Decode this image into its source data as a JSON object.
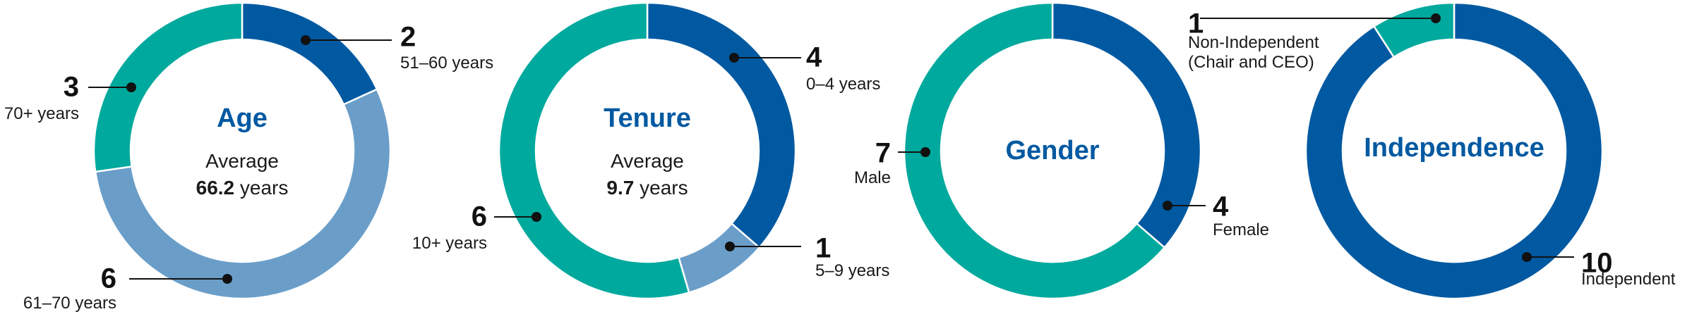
{
  "chart_data": [
    {
      "type": "pie",
      "title": "Age",
      "average_label": "Average",
      "average_value": "66.2",
      "average_unit": "years",
      "slices": [
        {
          "label": "51–60 years",
          "value": 2,
          "color": "#0059a1"
        },
        {
          "label": "61–70 years",
          "value": 6,
          "color": "#6a9ec9"
        },
        {
          "label": "70+ years",
          "value": 3,
          "color": "#00a99d"
        }
      ]
    },
    {
      "type": "pie",
      "title": "Tenure",
      "average_label": "Average",
      "average_value": "9.7",
      "average_unit": "years",
      "slices": [
        {
          "label": "0–4 years",
          "value": 4,
          "color": "#0059a1"
        },
        {
          "label": "5–9 years",
          "value": 1,
          "color": "#6a9ec9"
        },
        {
          "label": "10+ years",
          "value": 6,
          "color": "#00a99d"
        }
      ]
    },
    {
      "type": "pie",
      "title": "Gender",
      "slices": [
        {
          "label": "Female",
          "value": 4,
          "color": "#0059a1"
        },
        {
          "label": "Male",
          "value": 7,
          "color": "#00a99d"
        }
      ]
    },
    {
      "type": "pie",
      "title": "Independence",
      "slices": [
        {
          "label": "Independent",
          "value": 10,
          "color": "#0059a1"
        },
        {
          "label": "Non-Independent\n(Chair and CEO)",
          "value": 1,
          "color": "#00a99d"
        }
      ]
    }
  ],
  "title_color": "#0059a1"
}
